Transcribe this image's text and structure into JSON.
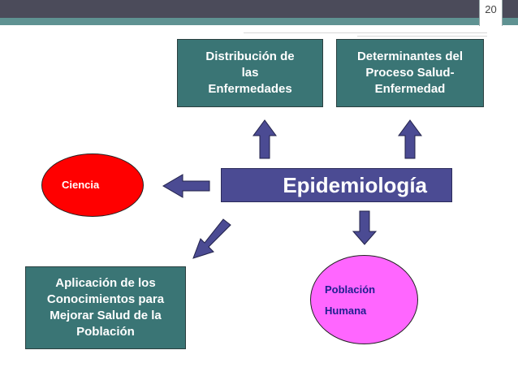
{
  "slide_number": "20",
  "nodes": {
    "distribucion": [
      "Distribución de",
      "las",
      "Enfermedades"
    ],
    "determinantes": [
      "Determinantes del",
      "Proceso Salud-",
      "Enfermedad"
    ],
    "main": "Epidemiología",
    "ciencia": "Ciencia",
    "aplicacion": [
      "Aplicación de los",
      "Conocimientos para",
      "Mejorar Salud de la",
      "Población"
    ],
    "poblacion": [
      "Población",
      "Humana"
    ]
  },
  "colors": {
    "header_bar": "#4b4b5a",
    "teal_stripe": "#5f9292",
    "teal_box": "#3a7575",
    "main_box": "#4b4b93",
    "arrow_fill": "#4b4b93",
    "ciencia_fill": "#ff0000",
    "poblacion_fill": "#ff66ff"
  }
}
